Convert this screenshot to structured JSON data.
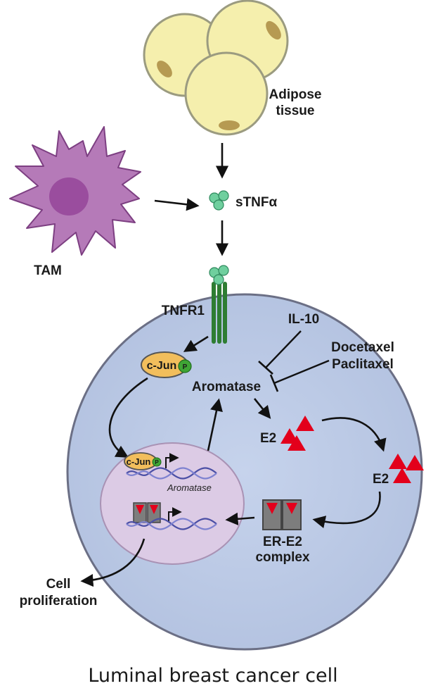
{
  "labels": {
    "adipose_line1": "Adipose",
    "adipose_line2": "tissue",
    "stnfa": "sTNFα",
    "tam": "TAM",
    "tnfr1": "TNFR1",
    "il10": "IL-10",
    "docetaxel": "Docetaxel",
    "paclitaxel": "Paclitaxel",
    "cjun": "c-Jun",
    "phospho": "P",
    "aromatase": "Aromatase",
    "aromatase_gene": "Aromatase",
    "e2_inner": "E2",
    "e2_outer": "E2",
    "er_e2_line1": "ER-E2",
    "er_e2_line2": "complex",
    "cell_prolif_line1": "Cell",
    "cell_prolif_line2": "proliferation"
  },
  "caption": "Luminal breast cancer cell",
  "colors": {
    "adipocyte_fill": "#f5efad",
    "adipocyte_nucleus": "#b69a52",
    "tam_fill": "#b57ab8",
    "tam_nucleus": "#9a4d9e",
    "cell_fill": "#bccbe6",
    "nucleus_fill": "#dccbe5",
    "receptor": "#2e7d32",
    "tnf_ligand": "#6fcf9e",
    "cjun_fill": "#f2be5c",
    "phospho": "#3fa535",
    "e2_triangle": "#e3001b",
    "dna": "#4b4fa5"
  }
}
